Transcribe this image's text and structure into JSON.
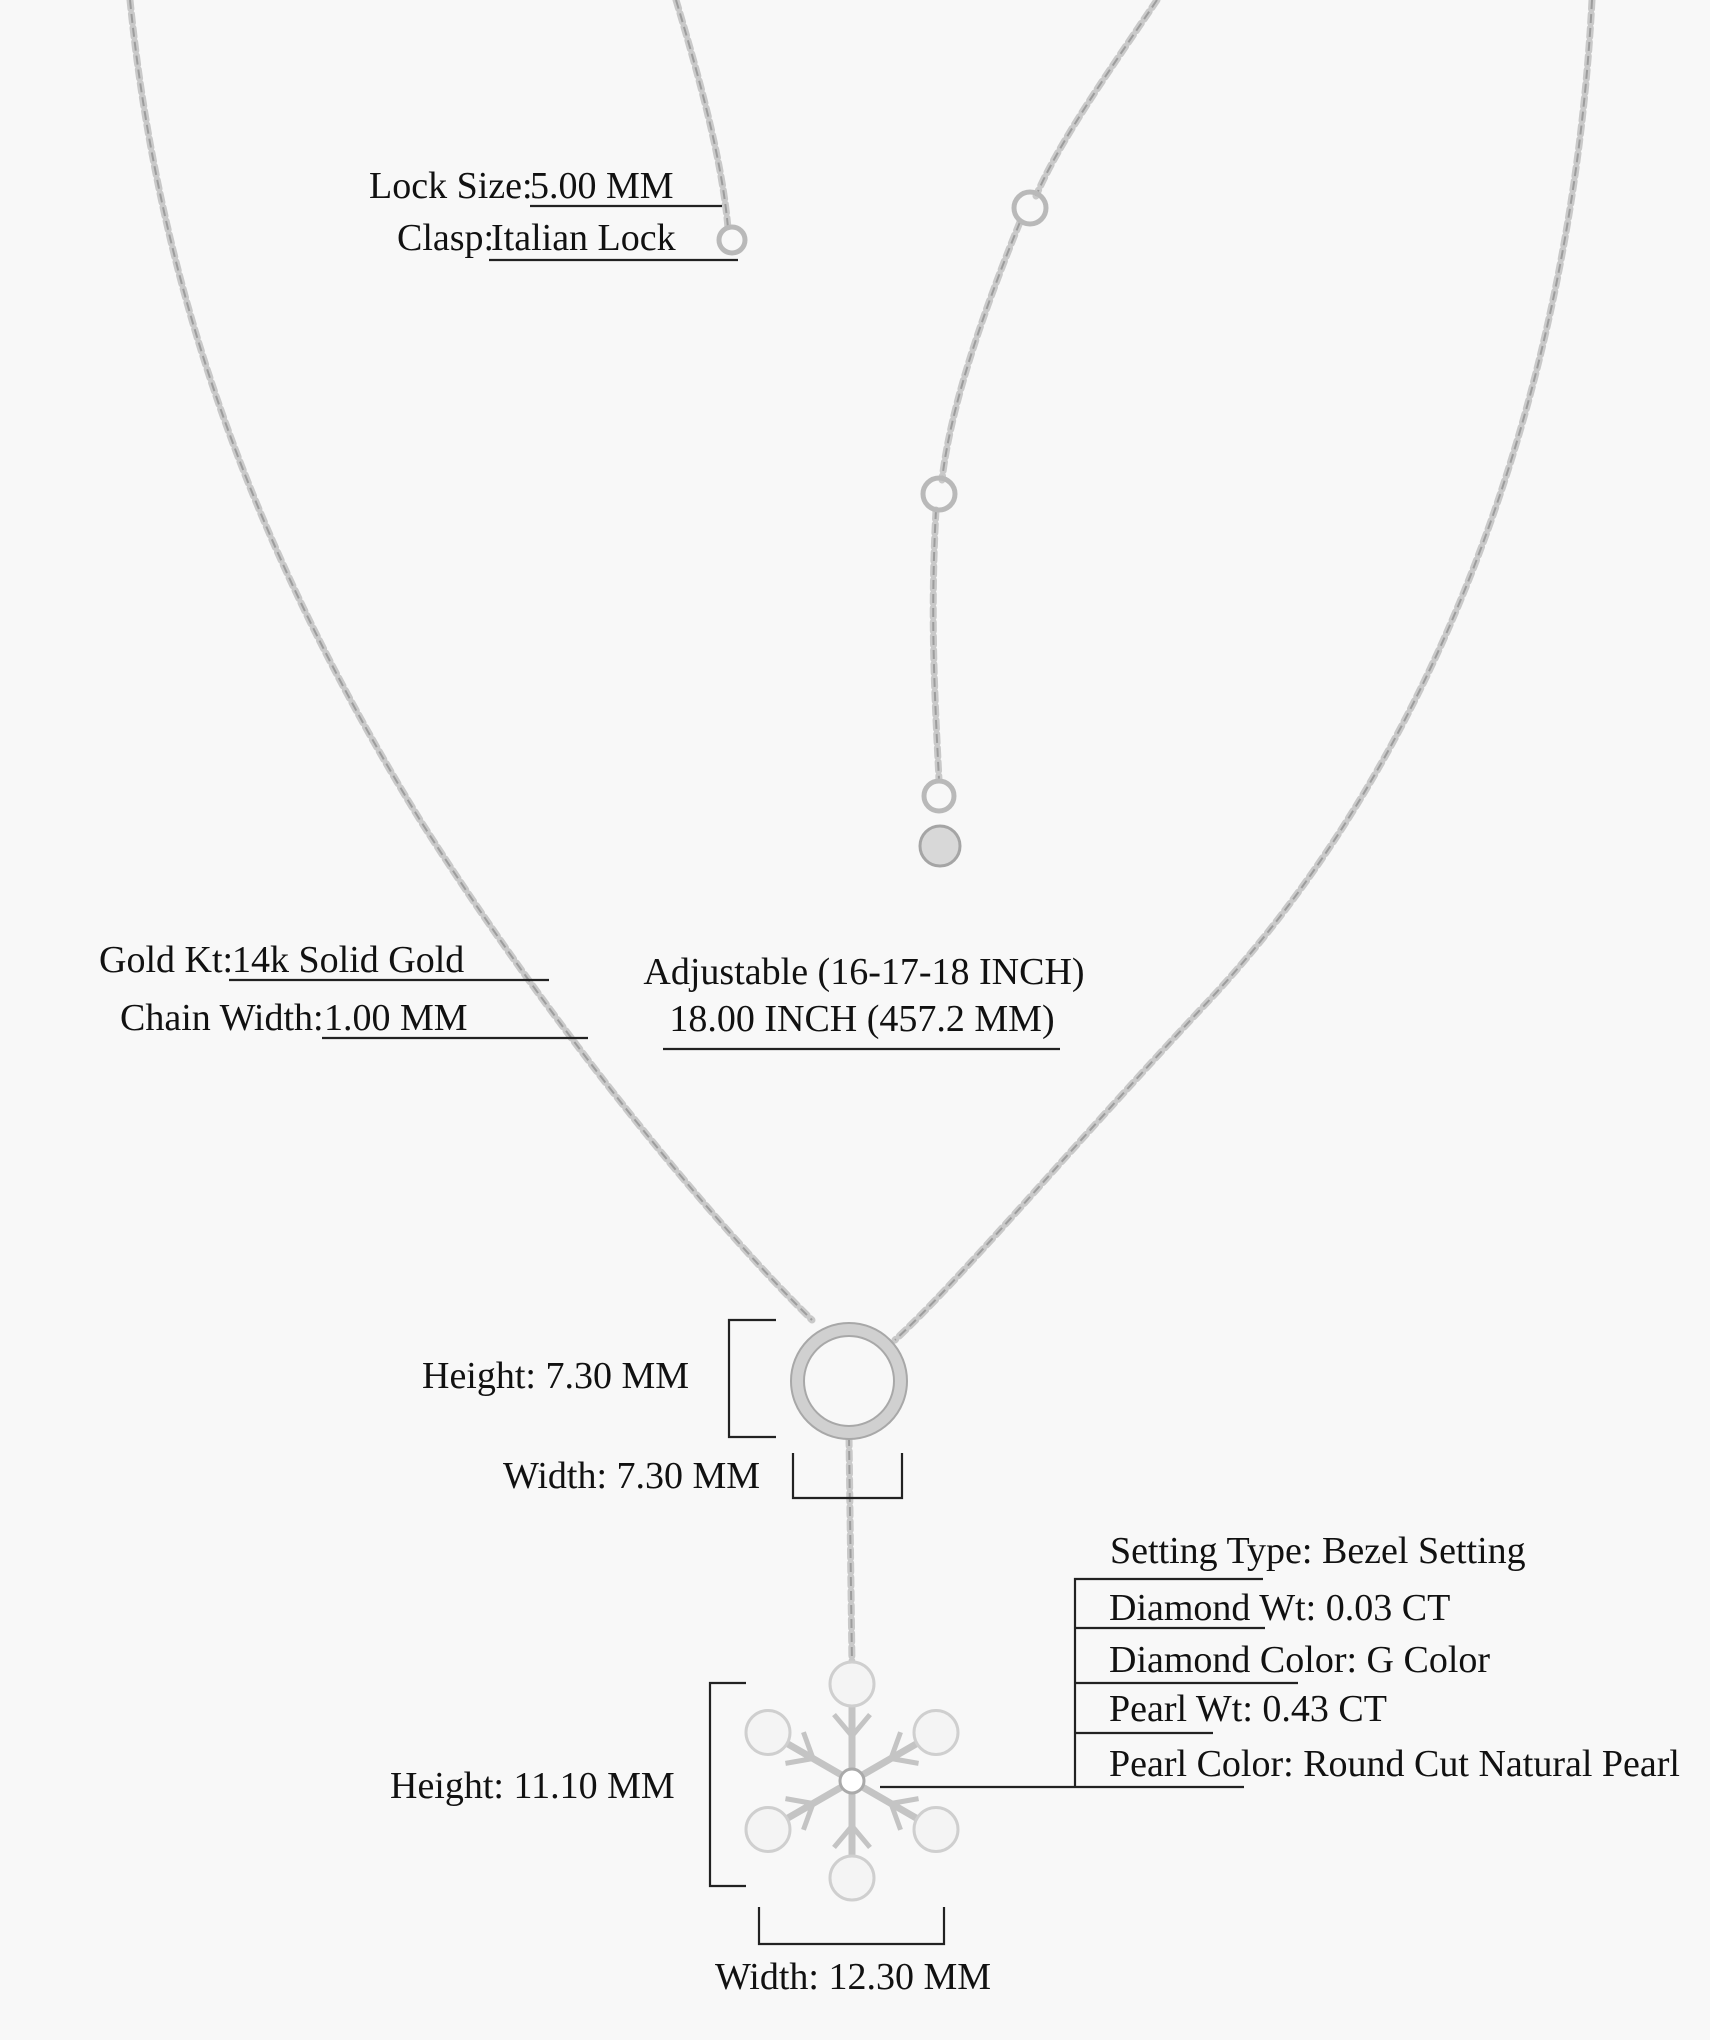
{
  "clasp": {
    "lock_size_label": "Lock Size:",
    "lock_size_value": " 5.00 MM",
    "clasp_label": "Clasp:",
    "clasp_value": " Italian Lock"
  },
  "chain": {
    "gold_kt_label": "Gold Kt:",
    "gold_kt_value": " 14k Solid Gold",
    "chain_width_label": "Chain Width:",
    "chain_width_value": " 1.00 MM",
    "length_line1": "Adjustable (16-17-18 INCH)",
    "length_line2": "18.00 INCH (457.2 MM)"
  },
  "circle_pendant": {
    "height": "Height: 7.30 MM",
    "width": "Width: 7.30 MM"
  },
  "snowflake_pendant": {
    "height": "Height: 11.10 MM",
    "width": "Width: 12.30 MM"
  },
  "stone_details": [
    {
      "label": "Setting Type:",
      "value": " Bezel Setting"
    },
    {
      "label": "Diamond Wt:",
      "value": " 0.03 CT"
    },
    {
      "label": "Diamond Color:",
      "value": " G Color"
    },
    {
      "label": "Pearl Wt:",
      "value": " 0.43 CT"
    },
    {
      "label": "Pearl Color:",
      "value": " Round Cut Natural Pearl"
    }
  ],
  "colors": {
    "background": "#f8f8f8",
    "metal": "#c9c9c9",
    "text": "#111111"
  }
}
